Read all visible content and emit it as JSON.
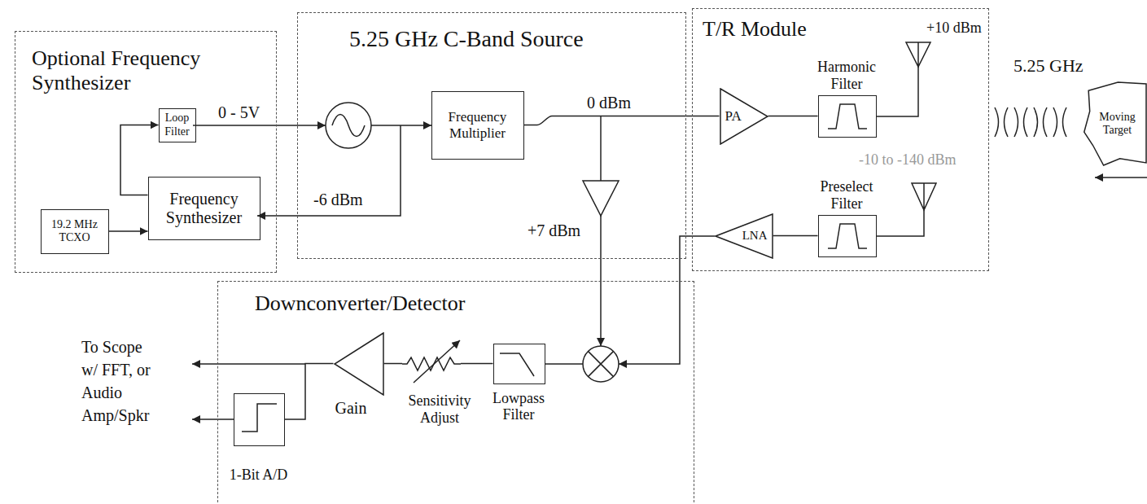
{
  "diagram": {
    "nodes": [
      {
        "text": [
          "Optional Frequency Synthesizer"
        ]
      },
      {
        "text": [
          "Loop Filter"
        ],
        "in": 0
      },
      {
        "text": [
          "Frequency Synthesizer"
        ],
        "in": 0
      },
      {
        "text": [
          "19.2 MHz TCXO"
        ],
        "in": 0
      },
      {
        "text": [
          "5.25 GHz C-Band Source"
        ]
      },
      {
        "text": [
          "Frequency Multiplier"
        ],
        "in": 4
      },
      {
        "text": [
          "T/R Module"
        ]
      },
      {
        "text": [
          "PA"
        ],
        "in": 6
      },
      {
        "text": [
          "Harmonic Filter"
        ],
        "in": 6
      },
      {
        "text": [
          "Preselect Filter"
        ],
        "in": 6
      },
      {
        "text": [
          "LNA"
        ],
        "in": 6
      },
      {
        "text": [
          "Downconverter/Detector"
        ]
      },
      {
        "text": [
          "Lowpass Filter"
        ],
        "in": 11
      },
      {
        "text": [
          "Gain"
        ],
        "in": 11
      },
      {
        "text": [
          "1-Bit A/D"
        ],
        "in": 11
      },
      {
        "text": [
          "Moving Target"
        ]
      }
    ],
    "edges": [
      {
        "from": 2,
        "to": 1,
        "arrow": "to"
      },
      {
        "from": 3,
        "to": 2,
        "arrow": "to"
      },
      {
        "from": 5,
        "to": 7,
        "label": "0 dBm",
        "arrow": "none"
      },
      {
        "from": 7,
        "to": 8,
        "arrow": "none"
      },
      {
        "from": 9,
        "to": 10,
        "arrow": "none"
      },
      {
        "from": 12,
        "to": 13,
        "arrow": "none"
      },
      {
        "from": 13,
        "to": 14,
        "arrow": "none"
      }
    ],
    "labels": [
      "0 - 5V",
      "-6 dBm",
      "+7 dBm",
      "+10 dBm",
      "-10 to -140 dBm",
      "5.25 GHz",
      "Sensitivity Adjust",
      "To Scope w/ FFT, or Audio Amp/Spkr"
    ]
  }
}
